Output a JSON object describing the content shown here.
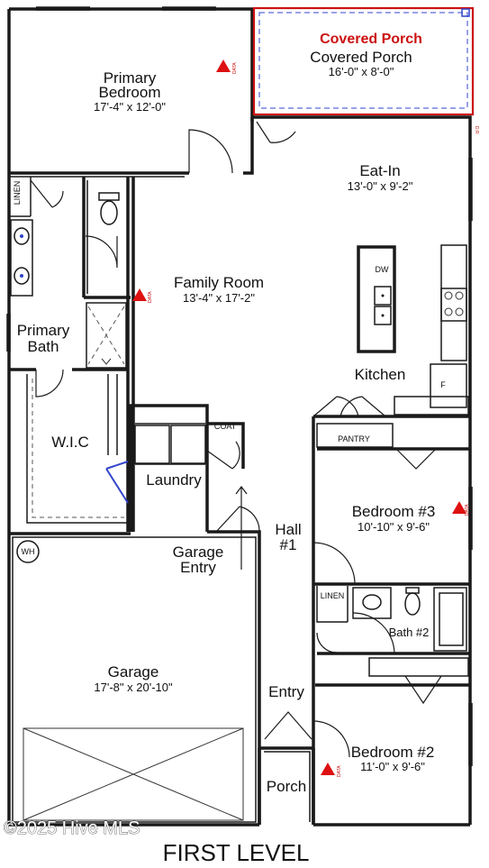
{
  "rooms": {
    "primary_bedroom": {
      "name_line1": "Primary",
      "name_line2": "Bedroom",
      "dims": "17'-4\" x 12'-0\""
    },
    "covered_porch": {
      "callout": "Covered Porch",
      "name": "Covered Porch",
      "dims": "16'-0\" x 8'-0\""
    },
    "eat_in": {
      "name": "Eat-In",
      "dims": "13'-0\" x 9'-2\""
    },
    "family_room": {
      "name": "Family Room",
      "dims": "13'-4\" x 17'-2\""
    },
    "primary_bath": {
      "name_line1": "Primary",
      "name_line2": "Bath"
    },
    "kitchen": {
      "name": "Kitchen"
    },
    "wic": {
      "name": "W.I.C"
    },
    "laundry": {
      "name": "Laundry"
    },
    "pantry": {
      "name": "PANTRY"
    },
    "coat": {
      "name": "COAT"
    },
    "bedroom3": {
      "name": "Bedroom #3",
      "dims": "10'-10\" x 9'-6\""
    },
    "hall": {
      "name_line1": "Hall",
      "name_line2": "#1"
    },
    "garage_entry": {
      "name_line1": "Garage",
      "name_line2": "Entry"
    },
    "garage": {
      "name": "Garage",
      "dims": "17'-8\" x 20'-10\""
    },
    "bath2": {
      "name": "Bath #2"
    },
    "linen_upper": {
      "name": "LINEN"
    },
    "linen_lower": {
      "name": "LINEN"
    },
    "entry": {
      "name": "Entry"
    },
    "bedroom2": {
      "name": "Bedroom #2",
      "dims": "11'-0\" x 9'-6\""
    },
    "porch": {
      "name": "Porch"
    }
  },
  "fixtures": {
    "dishwasher": "DW",
    "fridge": "F",
    "water_heater": "WH"
  },
  "data_markers": [
    "DATA",
    "DATA",
    "DATA",
    "DATA"
  ],
  "corner_tag": "D.R",
  "watermark": "©2025 Hive MLS",
  "level_label": "FIRST LEVEL",
  "colors": {
    "wall": "#1a1a1a",
    "callout_red": "#cc1111",
    "porch_dash_blue": "#3344cc"
  }
}
